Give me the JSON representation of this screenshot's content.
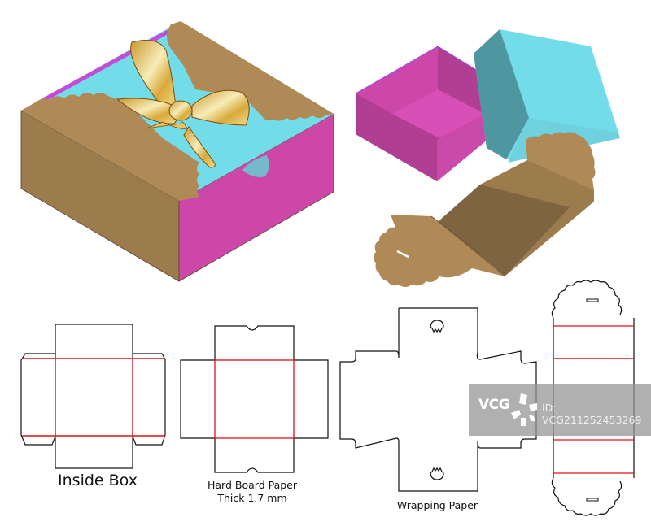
{
  "labels": {
    "inside_box": "Inside Box",
    "hard_board_line1": "Hard Board Paper",
    "hard_board_line2": "Thick 1.7 mm",
    "wrapping_paper": "Wrapping Paper"
  },
  "watermark": {
    "logo": "VCG",
    "id": "ID: VCG211252453269"
  },
  "colors": {
    "kraft": "#b08a56",
    "kraft_dark": "#9c7b4c",
    "kraft_shadow": "#7e6440",
    "magenta": "#cc47a8",
    "magenta_dark": "#b03e92",
    "magenta_light": "#d94fb8",
    "cyan": "#72dce8",
    "cyan_dark": "#4f97a0",
    "gold": "#e6c35a",
    "cut_line": "#111111",
    "fold_line": "#e0101a",
    "background": "#ffffff"
  },
  "icons": {
    "ribbon_bow": "gold-ribbon-bow-icon",
    "watermark_logo": "vcg-logo-icon"
  }
}
